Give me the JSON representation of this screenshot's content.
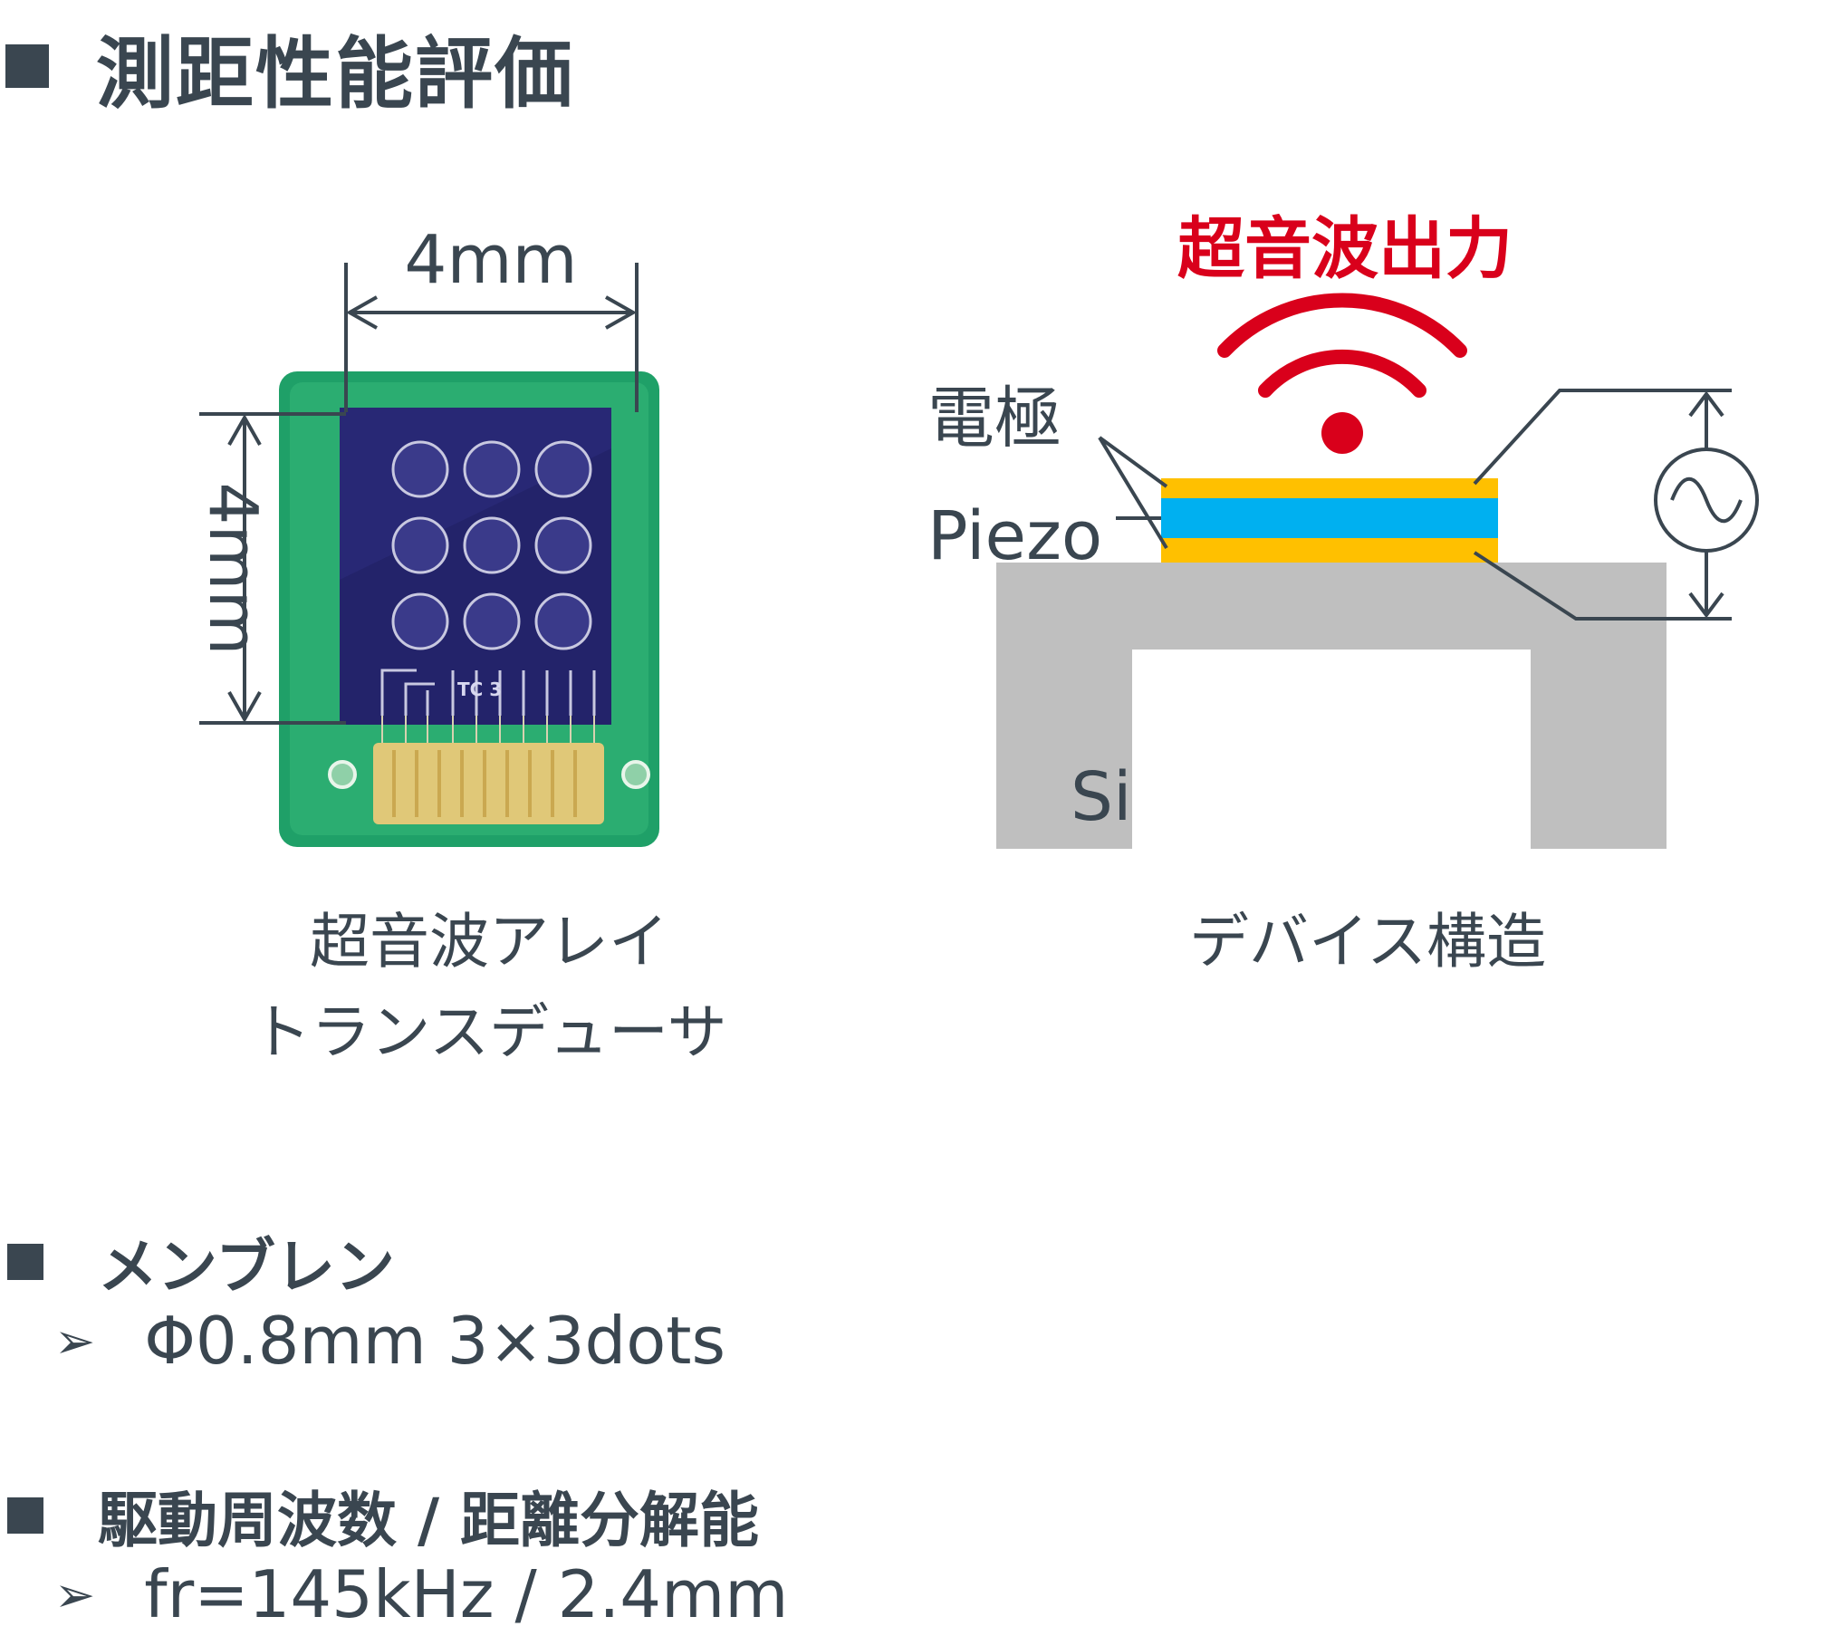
{
  "title": "測距性能評価",
  "photo": {
    "width_label": "4mm",
    "height_label": "4mm",
    "chip_marking": "TC 3",
    "caption_line1": "超音波アレイ",
    "caption_line2": "トランスデューサ"
  },
  "device": {
    "output_label": "超音波出力",
    "electrode_label": "電極",
    "piezo_label": "Piezo",
    "si_label": "Si",
    "caption": "デバイス構造",
    "colors": {
      "wave": "#d9001b",
      "electrode": "#ffc000",
      "piezo": "#00b0f0",
      "si": "#bfbfbf",
      "line": "#3a4650"
    }
  },
  "sections": [
    {
      "heading": "メンブレン",
      "item": "Φ0.8mm 3×3dots"
    },
    {
      "heading": "駆動周波数 / 距離分解能",
      "item": "fr=145kHz / 2.4mm"
    }
  ]
}
